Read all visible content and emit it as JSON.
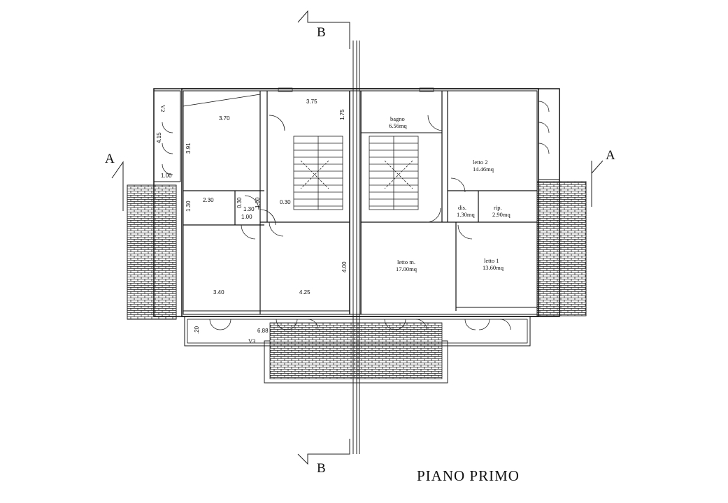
{
  "title": "PIANO PRIMO",
  "section_marks": {
    "b_top": "B",
    "b_bottom": "B",
    "a_left": "A",
    "a_right": "A"
  },
  "rooms": [
    {
      "name": "bagno",
      "area": "6.56mq"
    },
    {
      "name": "letto 2",
      "area": "14.46mq"
    },
    {
      "name": "dis.",
      "area": "1.30mq"
    },
    {
      "name": "rip.",
      "area": "2.90mq"
    },
    {
      "name": "letto m.",
      "area": "17.00mq"
    },
    {
      "name": "letto 1",
      "area": "13.60mq"
    }
  ],
  "terrace_labels": {
    "v2": "V2",
    "v3": "V3"
  },
  "dimensions": [
    "3.75",
    "1.75",
    "3.70",
    "3.91",
    "4.15",
    "1.00",
    "2.30",
    "1.30",
    "0.30",
    "1.00",
    "0.30",
    "1.30",
    "1.00",
    "3.40",
    "4.25",
    "4.00",
    "6.88",
    ".20"
  ]
}
